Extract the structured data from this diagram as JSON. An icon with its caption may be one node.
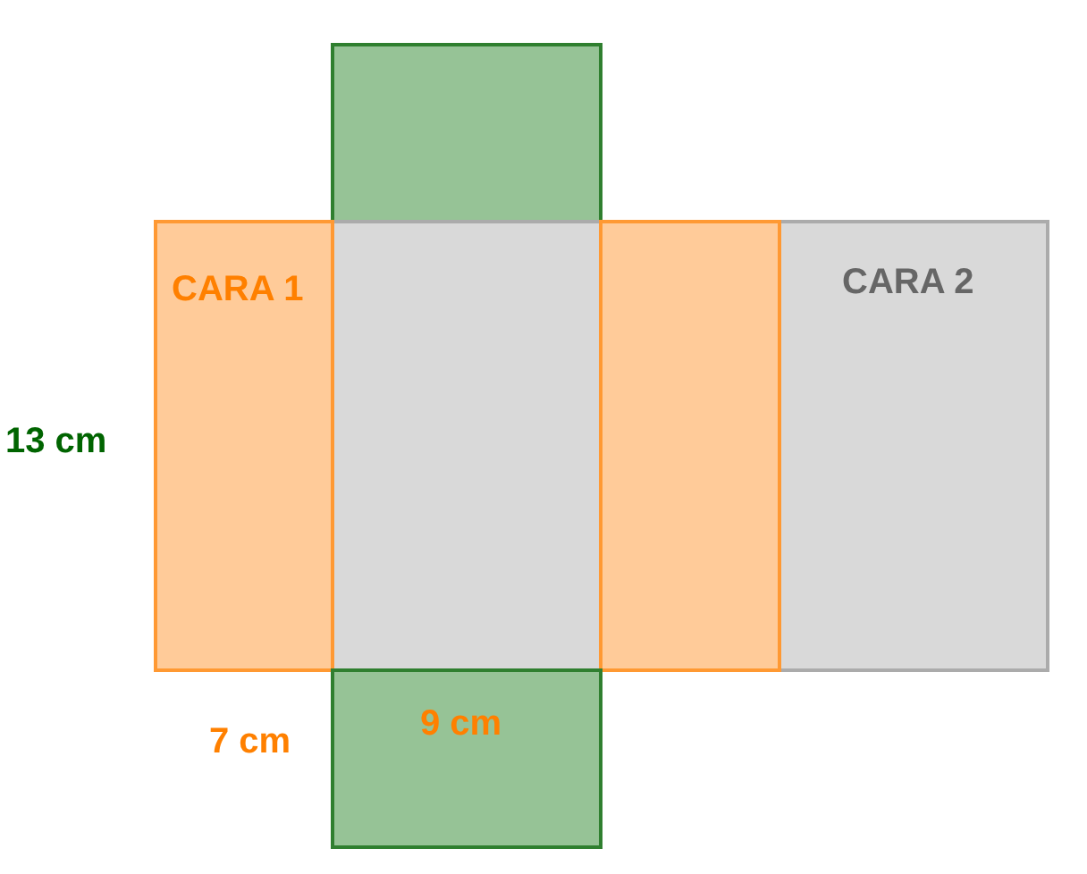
{
  "diagram": {
    "nodes": [
      {
        "text": [],
        "shape": "box"
      },
      {
        "text": [
          "CARA 1"
        ]
      },
      {
        "text": [],
        "shape": "box"
      },
      {
        "text": [],
        "shape": "box"
      },
      {
        "text": [
          "CARA 2"
        ]
      },
      {
        "text": [],
        "shape": "box"
      }
    ],
    "labels": [
      "13 cm",
      "7 cm",
      "9 cm"
    ]
  }
}
